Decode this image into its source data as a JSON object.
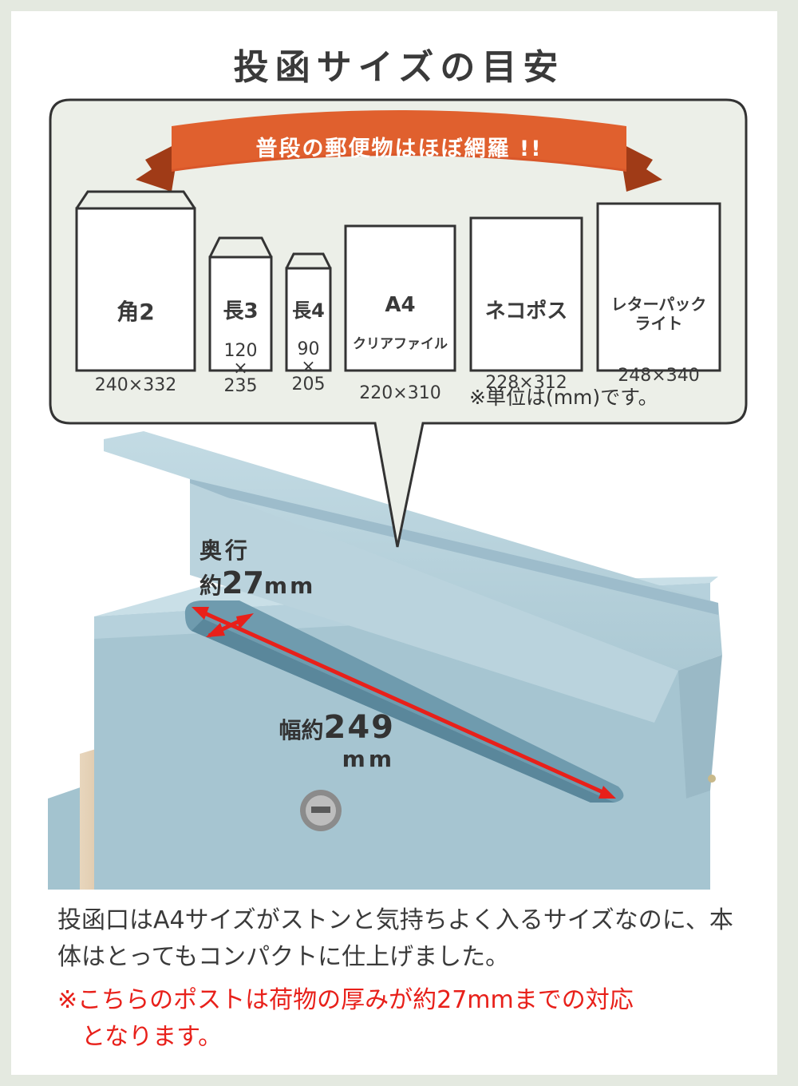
{
  "title": "投函サイズの目安",
  "ribbon": "普段の郵便物はほぼ網羅 !!",
  "envelopes": [
    {
      "name": "角2",
      "size": "240×332"
    },
    {
      "name": "長3",
      "size": "120\n×\n235"
    },
    {
      "name": "長4",
      "size": "90\n×\n205"
    },
    {
      "name": "A4",
      "sub": "クリアファイル",
      "size": "220×310"
    },
    {
      "name": "ネコポス",
      "size": "228×312"
    },
    {
      "name": "レターパック\nライト",
      "size": "248×340"
    }
  ],
  "unit_note": "※単位は(mm)です。",
  "depth": {
    "line1": "奥行",
    "prefix": "約",
    "value": "27",
    "unit": "mm"
  },
  "width": {
    "prefix": "幅約",
    "value": "249",
    "unit": "mm"
  },
  "description": "投函口はA4サイズがストンと気持ちよく入るサイズなのに、本体はとってもコンパクトに仕上げました。",
  "note_line1": "※こちらのポストは荷物の厚みが約27mmまでの対応",
  "note_line2": "となります。",
  "colors": {
    "ribbon": "#d9572a",
    "post": "#a9cad6",
    "accent": "#e8201a",
    "frame": "#e4e9e0"
  }
}
